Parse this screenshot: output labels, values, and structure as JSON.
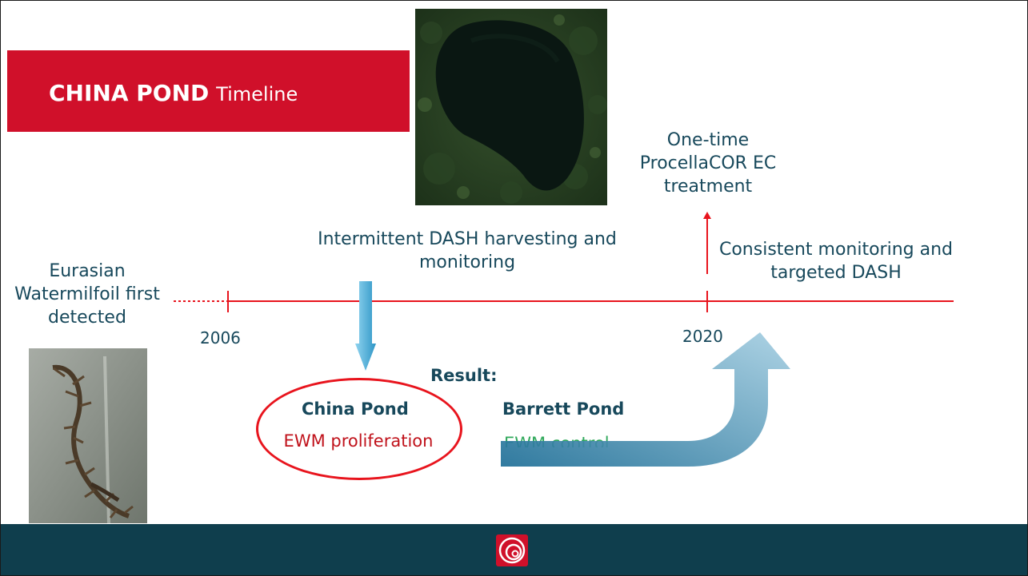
{
  "title": {
    "bold": "CHINA POND",
    "light": "Timeline"
  },
  "labels": {
    "first_detected": "Eurasian Watermilfoil first detected",
    "intermittent": "Intermittent DASH harvesting and monitoring",
    "treatment": "One-time ProcellaCOR EC treatment",
    "consistent": "Consistent monitoring and targeted DASH"
  },
  "timeline": {
    "start_year": "2006",
    "change_year": "2020"
  },
  "result": {
    "heading": "Result:",
    "china": {
      "name": "China Pond",
      "status": "EWM proliferation"
    },
    "barrett": {
      "name": "Barrett Pond",
      "status": "EWM control"
    }
  },
  "colors": {
    "brand_red": "#d0102a",
    "timeline_red": "#e8141d",
    "text_teal": "#17485b",
    "footer": "#0f3e4d",
    "proliferation": "#c0121b",
    "control": "#2fa85a"
  },
  "icons": {
    "footer_logo": "spiral-logo-icon",
    "arrow_down": "arrow-down-icon",
    "arrow_curve": "curved-arrow-up-icon"
  }
}
